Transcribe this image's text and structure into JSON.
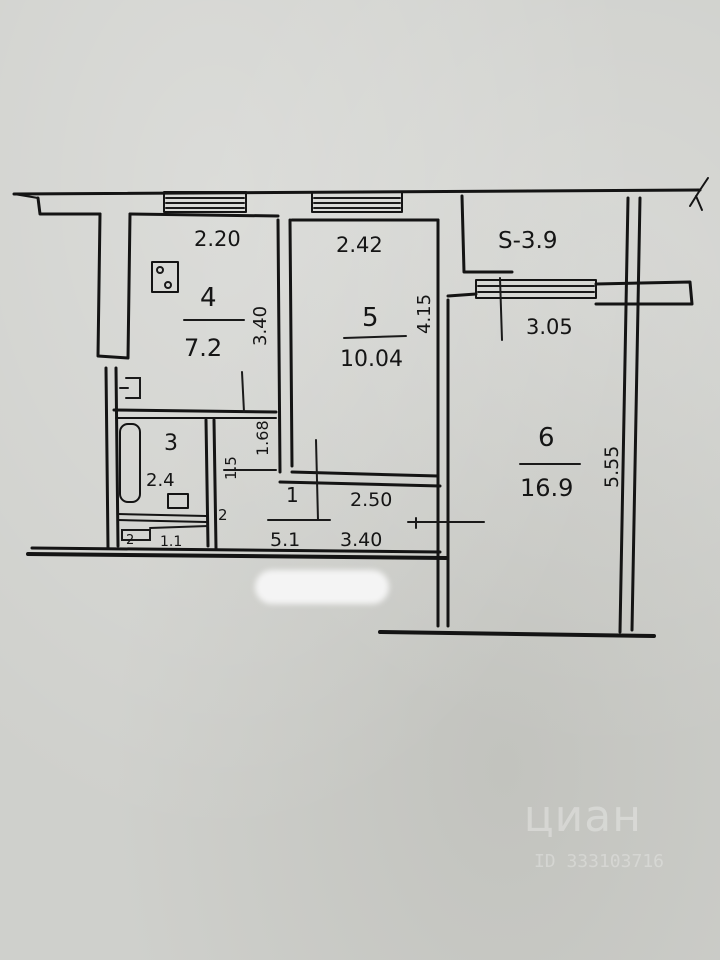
{
  "floor_plan": {
    "dimensions": {
      "kitchen_width": "2.20",
      "kitchen_depth": "3.40",
      "room5_width": "2.42",
      "room5_depth": "4.15",
      "balcony_area": "S-3.9",
      "balcony_length": "3.05",
      "bath_width": "1.68",
      "bath_depth": "1.5",
      "hall_width": "2.50",
      "hall_length": "3.40",
      "room6_depth": "5.55"
    },
    "rooms": [
      {
        "number": "4",
        "area": "7.2"
      },
      {
        "number": "5",
        "area": "10.04"
      },
      {
        "number": "6",
        "area": "16.9"
      },
      {
        "number": "3",
        "area": "2.4"
      },
      {
        "number": "1",
        "area": "5.1"
      },
      {
        "number": "2",
        "area": "1.1"
      }
    ],
    "bath_side": "2"
  },
  "watermark": {
    "logo": "циан",
    "id": "ID 333103716"
  }
}
